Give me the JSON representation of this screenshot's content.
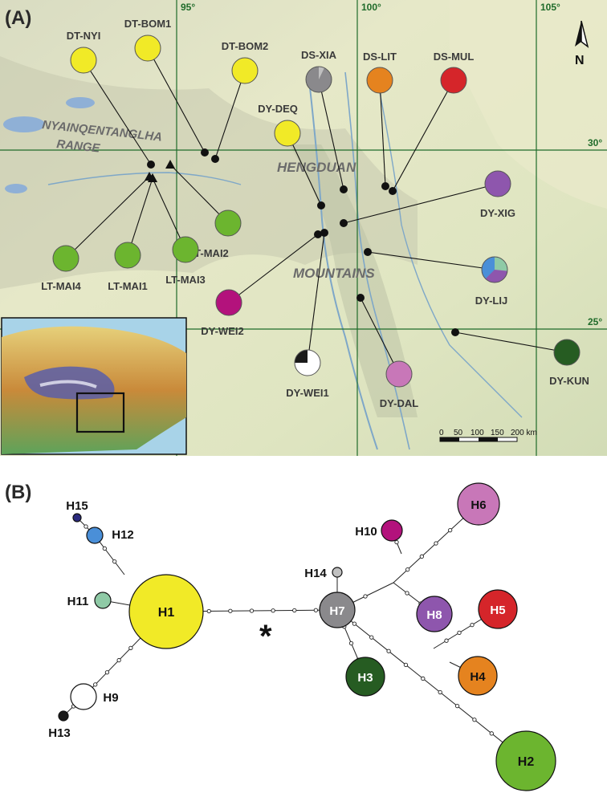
{
  "panels": {
    "a_label": "(A)",
    "b_label": "(B)"
  },
  "map": {
    "coordinates": [
      "95°",
      "100°",
      "105°",
      "30°",
      "25°"
    ],
    "regions": [
      "NYAINQENTANGLHA",
      "RANGE",
      "HENGDUAN",
      "MOUNTAINS"
    ],
    "north_label": "N",
    "scale_ticks": [
      "0",
      "50",
      "100",
      "150",
      "200 km"
    ]
  },
  "colors": {
    "H1": "#f1ea27",
    "H2": "#6cb52f",
    "H3": "#265c22",
    "H4": "#e5831f",
    "H5": "#d5252a",
    "H6": "#c877b8",
    "H7": "#8a898c",
    "H8": "#8e56ad",
    "H9": "#ffffff",
    "H10": "#b3127c",
    "H11": "#8fcaa6",
    "H12": "#4a8fd8",
    "H13": "#1a1a1a",
    "H14": "#c0c0c0",
    "H15": "#2b2a7e"
  },
  "populations": [
    {
      "id": "DT-NYI",
      "haplotype": "H1"
    },
    {
      "id": "DT-BOM1",
      "haplotype": "H1"
    },
    {
      "id": "DT-BOM2",
      "haplotype": "H1"
    },
    {
      "id": "DS-XIA",
      "haplotype": "H7"
    },
    {
      "id": "DS-LIT",
      "haplotype": "H4"
    },
    {
      "id": "DS-MUL",
      "haplotype": "H5"
    },
    {
      "id": "DY-DEQ",
      "haplotype": "H1"
    },
    {
      "id": "DY-XIG",
      "haplotype": "H8"
    },
    {
      "id": "LT-MAI2",
      "haplotype": "H2"
    },
    {
      "id": "LT-MAI4",
      "haplotype": "H2"
    },
    {
      "id": "LT-MAI1",
      "haplotype": "H2"
    },
    {
      "id": "LT-MAI3",
      "haplotype": "H2"
    },
    {
      "id": "DY-LIJ",
      "haplotype": "H8",
      "mixed": [
        "H8",
        "H12",
        "H11"
      ]
    },
    {
      "id": "DY-WEI2",
      "haplotype": "H10"
    },
    {
      "id": "DY-KUN",
      "haplotype": "H3"
    },
    {
      "id": "DY-WEI1",
      "haplotype": "H9",
      "mixed": [
        "H9",
        "H13"
      ]
    },
    {
      "id": "DY-DAL",
      "haplotype": "H6"
    }
  ],
  "haplotypes": [
    {
      "id": "H1",
      "label": "H1"
    },
    {
      "id": "H2",
      "label": "H2"
    },
    {
      "id": "H3",
      "label": "H3"
    },
    {
      "id": "H4",
      "label": "H4"
    },
    {
      "id": "H5",
      "label": "H5"
    },
    {
      "id": "H6",
      "label": "H6"
    },
    {
      "id": "H7",
      "label": "H7"
    },
    {
      "id": "H8",
      "label": "H8"
    },
    {
      "id": "H9",
      "label": "H9"
    },
    {
      "id": "H10",
      "label": "H10"
    },
    {
      "id": "H11",
      "label": "H11"
    },
    {
      "id": "H12",
      "label": "H12"
    },
    {
      "id": "H13",
      "label": "H13"
    },
    {
      "id": "H14",
      "label": "H14"
    },
    {
      "id": "H15",
      "label": "H15"
    }
  ],
  "network": {
    "asterisk": "*"
  }
}
